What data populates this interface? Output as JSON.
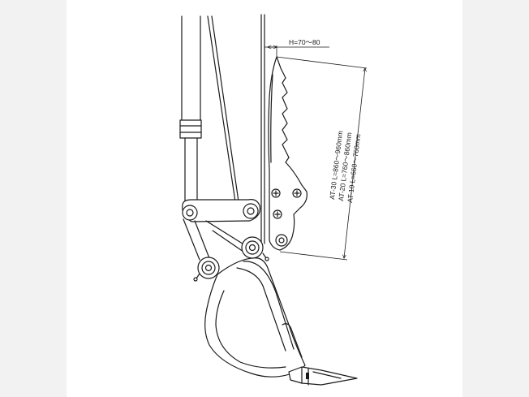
{
  "figure": {
    "dimensions": {
      "gap": "H=70〜80",
      "lengths": [
        "AT-30  L=860〜960mm",
        "AT-20  L=760〜860mm",
        "AT-10  L=660〜760mm"
      ]
    },
    "colors": {
      "line": "#1a1a1a",
      "panel": "#ffffff",
      "margin": "#f2f2f2"
    }
  }
}
